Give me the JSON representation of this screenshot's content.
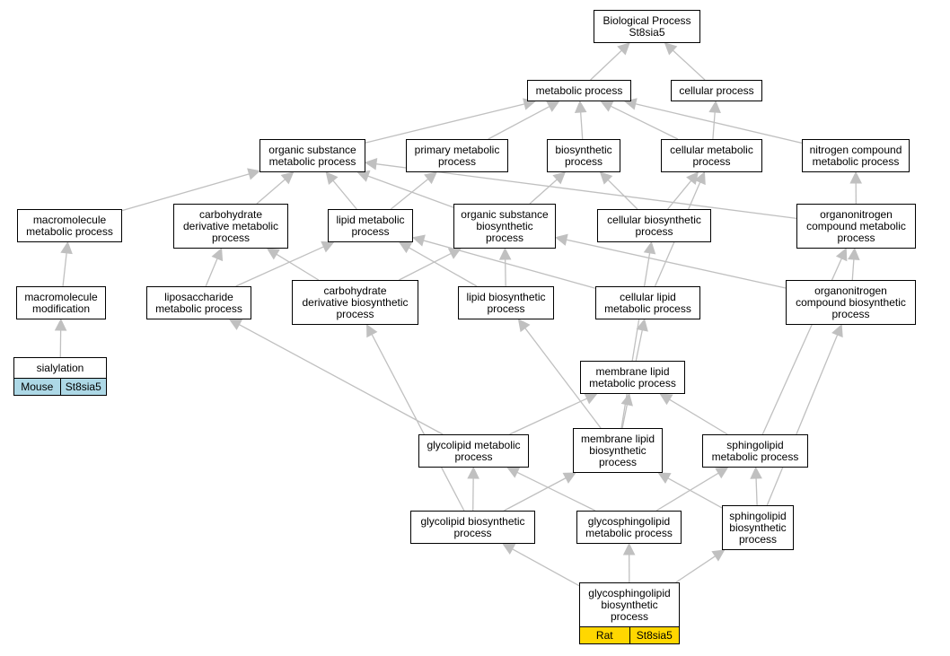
{
  "nodes": {
    "bp": "Biological Process\nSt8sia5",
    "metabolic": "metabolic process",
    "cellular": "cellular process",
    "organic_subst_met": "organic substance\nmetabolic process",
    "primary_met": "primary metabolic\nprocess",
    "biosynthetic": "biosynthetic\nprocess",
    "cellular_met": "cellular metabolic\nprocess",
    "nitrogen_met": "nitrogen compound\nmetabolic process",
    "macromol_met": "macromolecule\nmetabolic process",
    "carb_deriv_met": "carbohydrate\nderivative metabolic\nprocess",
    "lipid_met": "lipid metabolic\nprocess",
    "organic_subst_bio": "organic substance\nbiosynthetic\nprocess",
    "cellular_bio": "cellular biosynthetic\nprocess",
    "organonitro_met": "organonitrogen\ncompound metabolic\nprocess",
    "macromol_mod": "macromolecule\nmodification",
    "liposacch_met": "liposaccharide\nmetabolic process",
    "carb_deriv_bio": "carbohydrate\nderivative biosynthetic\nprocess",
    "lipid_bio": "lipid biosynthetic\nprocess",
    "cell_lipid_met": "cellular lipid\nmetabolic process",
    "organonitro_bio": "organonitrogen\ncompound biosynthetic\nprocess",
    "membrane_lipid_met": "membrane lipid\nmetabolic process",
    "glycolipid_met": "glycolipid metabolic\nprocess",
    "membrane_lipid_bio": "membrane lipid\nbiosynthetic\nprocess",
    "sphingolipid_met": "sphingolipid\nmetabolic process",
    "glycolipid_bio": "glycolipid biosynthetic\nprocess",
    "glycosphingolipid_met": "glycosphingolipid\nmetabolic process",
    "sphingolipid_bio": "sphingolipid\nbiosynthetic\nprocess"
  },
  "annotated": {
    "sialylation": {
      "label": "sialylation",
      "species": "Mouse",
      "gene": "St8sia5",
      "color": "#add8e6"
    },
    "glycosphingolipid_bio": {
      "label": "glycosphingolipid\nbiosynthetic\nprocess",
      "species": "Rat",
      "gene": "St8sia5",
      "color": "#ffd700"
    }
  },
  "edges": [
    [
      "metabolic",
      "bp"
    ],
    [
      "cellular",
      "bp"
    ],
    [
      "organic_subst_met",
      "metabolic"
    ],
    [
      "primary_met",
      "metabolic"
    ],
    [
      "biosynthetic",
      "metabolic"
    ],
    [
      "cellular_met",
      "metabolic"
    ],
    [
      "cellular_met",
      "cellular"
    ],
    [
      "nitrogen_met",
      "metabolic"
    ],
    [
      "macromol_met",
      "organic_subst_met"
    ],
    [
      "carb_deriv_met",
      "organic_subst_met"
    ],
    [
      "lipid_met",
      "organic_subst_met"
    ],
    [
      "lipid_met",
      "primary_met"
    ],
    [
      "organic_subst_bio",
      "organic_subst_met"
    ],
    [
      "organic_subst_bio",
      "biosynthetic"
    ],
    [
      "cellular_bio",
      "biosynthetic"
    ],
    [
      "cellular_bio",
      "cellular_met"
    ],
    [
      "organonitro_met",
      "organic_subst_met"
    ],
    [
      "organonitro_met",
      "nitrogen_met"
    ],
    [
      "macromol_mod",
      "macromol_met"
    ],
    [
      "liposacch_met",
      "carb_deriv_met"
    ],
    [
      "liposacch_met",
      "lipid_met"
    ],
    [
      "carb_deriv_bio",
      "carb_deriv_met"
    ],
    [
      "carb_deriv_bio",
      "organic_subst_bio"
    ],
    [
      "lipid_bio",
      "lipid_met"
    ],
    [
      "lipid_bio",
      "organic_subst_bio"
    ],
    [
      "cell_lipid_met",
      "lipid_met"
    ],
    [
      "cell_lipid_met",
      "cellular_met"
    ],
    [
      "organonitro_bio",
      "organonitro_met"
    ],
    [
      "organonitro_bio",
      "organic_subst_bio"
    ],
    [
      "membrane_lipid_met",
      "cell_lipid_met"
    ],
    [
      "glycolipid_met",
      "liposacch_met"
    ],
    [
      "glycolipid_met",
      "membrane_lipid_met"
    ],
    [
      "membrane_lipid_bio",
      "membrane_lipid_met"
    ],
    [
      "membrane_lipid_bio",
      "lipid_bio"
    ],
    [
      "membrane_lipid_bio",
      "cellular_bio"
    ],
    [
      "sphingolipid_met",
      "membrane_lipid_met"
    ],
    [
      "sphingolipid_met",
      "organonitro_met"
    ],
    [
      "glycolipid_bio",
      "glycolipid_met"
    ],
    [
      "glycolipid_bio",
      "membrane_lipid_bio"
    ],
    [
      "glycolipid_bio",
      "carb_deriv_bio"
    ],
    [
      "glycosphingolipid_met",
      "glycolipid_met"
    ],
    [
      "glycosphingolipid_met",
      "sphingolipid_met"
    ],
    [
      "sphingolipid_bio",
      "sphingolipid_met"
    ],
    [
      "sphingolipid_bio",
      "membrane_lipid_bio"
    ],
    [
      "sphingolipid_bio",
      "organonitro_bio"
    ],
    [
      "glycosphingolipid_bio",
      "glycolipid_bio"
    ],
    [
      "glycosphingolipid_bio",
      "glycosphingolipid_met"
    ],
    [
      "glycosphingolipid_bio",
      "sphingolipid_bio"
    ],
    [
      "sialylation",
      "macromol_mod"
    ]
  ],
  "edge_color": "#c0c0c0"
}
